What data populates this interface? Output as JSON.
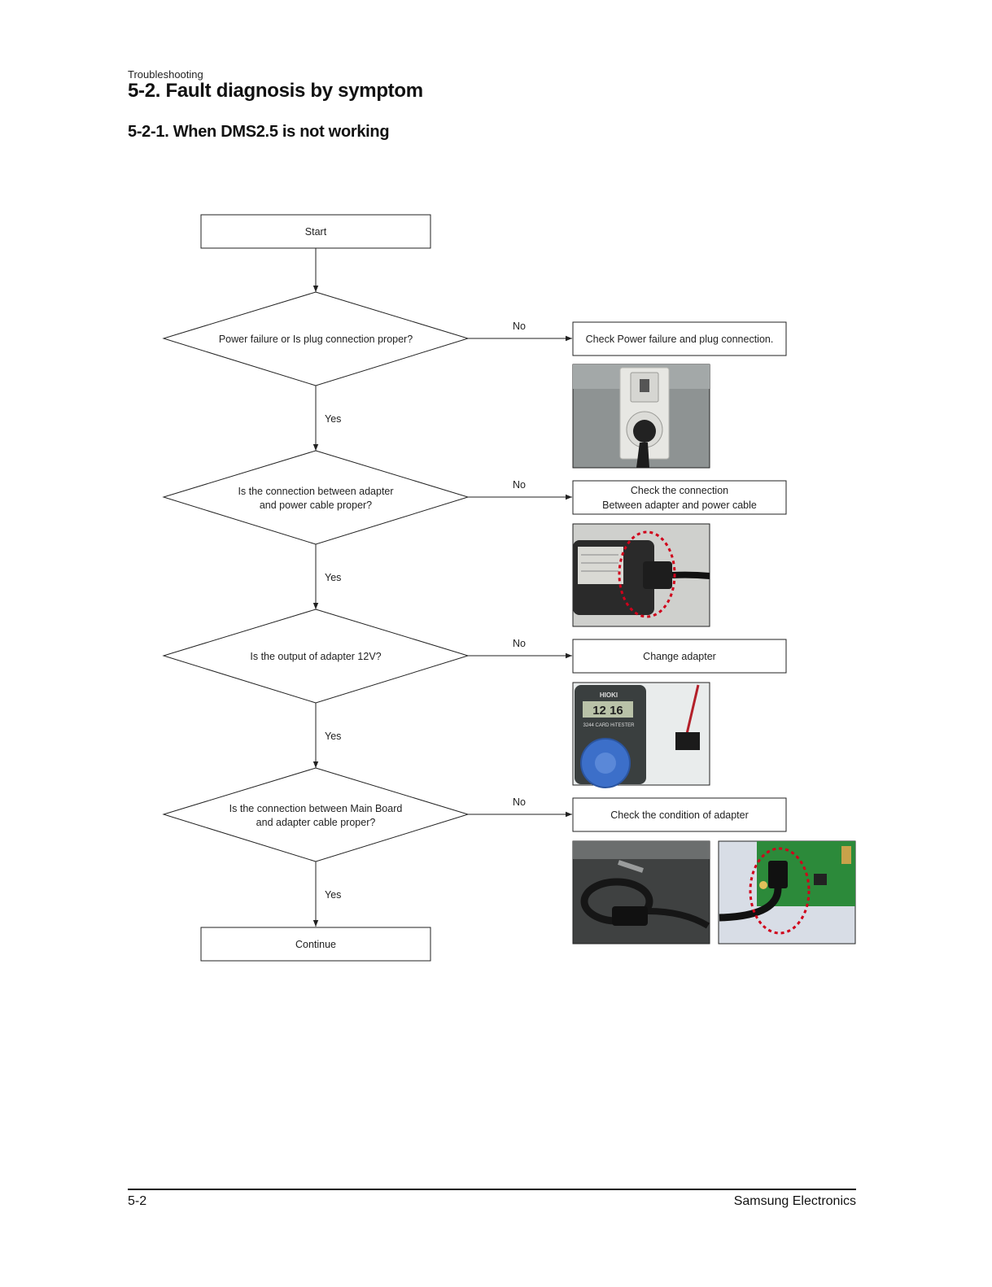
{
  "header": {
    "breadcrumb": "Troubleshooting",
    "title": "5-2. Fault diagnosis by symptom",
    "subtitle": "5-2-1. When DMS2.5 is not working"
  },
  "flow": {
    "start": "Start",
    "end": "Continue",
    "yes_label": "Yes",
    "no_label": "No",
    "decisions": [
      {
        "lines": [
          "Power failure or Is plug connection proper?"
        ]
      },
      {
        "lines": [
          "Is the connection between adapter",
          "and power cable proper?"
        ]
      },
      {
        "lines": [
          "Is the output of adapter 12V?"
        ]
      },
      {
        "lines": [
          "Is the connection between Main Board",
          "and adapter cable proper?"
        ]
      }
    ],
    "actions": [
      {
        "lines": [
          "Check Power failure and plug connection."
        ]
      },
      {
        "lines": [
          "Check the connection",
          "Between adapter and power cable"
        ]
      },
      {
        "lines": [
          "Change adapter"
        ]
      },
      {
        "lines": [
          "Check the condition of adapter"
        ]
      }
    ],
    "photos": {
      "outlet_lcd": "12 16",
      "tester_brand": "HIOKI",
      "tester_model": "3244 CARD HiTESTER"
    }
  },
  "footer": {
    "page_number": "5-2",
    "company": "Samsung Electronics"
  }
}
